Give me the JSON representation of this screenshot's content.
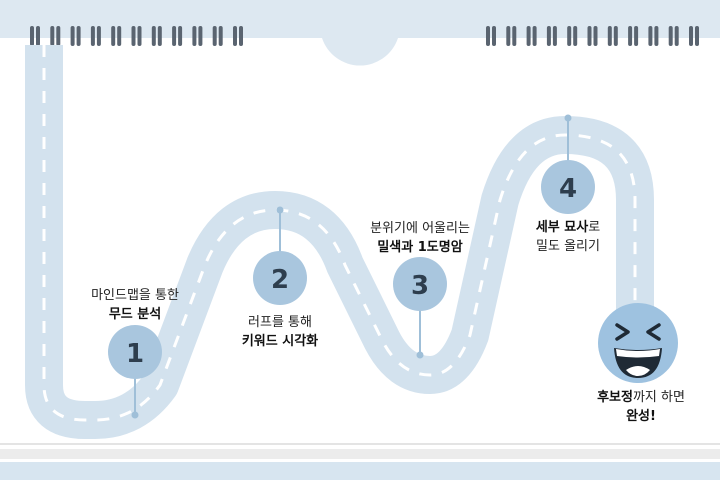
{
  "steps": [
    {
      "number": "1",
      "line1": "마인드맵을 통한",
      "line2": "무드 분석"
    },
    {
      "number": "2",
      "line1": "러프를 통해",
      "line2": "키워드 시각화"
    },
    {
      "number": "3",
      "line1": "분위기에 어울리는",
      "line2": "밀색과 1도명암"
    },
    {
      "number": "4",
      "bold1": "세부 묘사",
      "plain1": "로",
      "line2": "밀도 올리기"
    }
  ],
  "finish": {
    "bold": "후보정",
    "plain": "까지 하면",
    "line2": "완성!"
  },
  "colors": {
    "road": "#d3e2ee",
    "node": "#a9c6de",
    "pin": "#9fbfd8",
    "top_band": "#dde8f1",
    "face": "#9ec2e0",
    "bottom_band": "#d7e5f0"
  }
}
